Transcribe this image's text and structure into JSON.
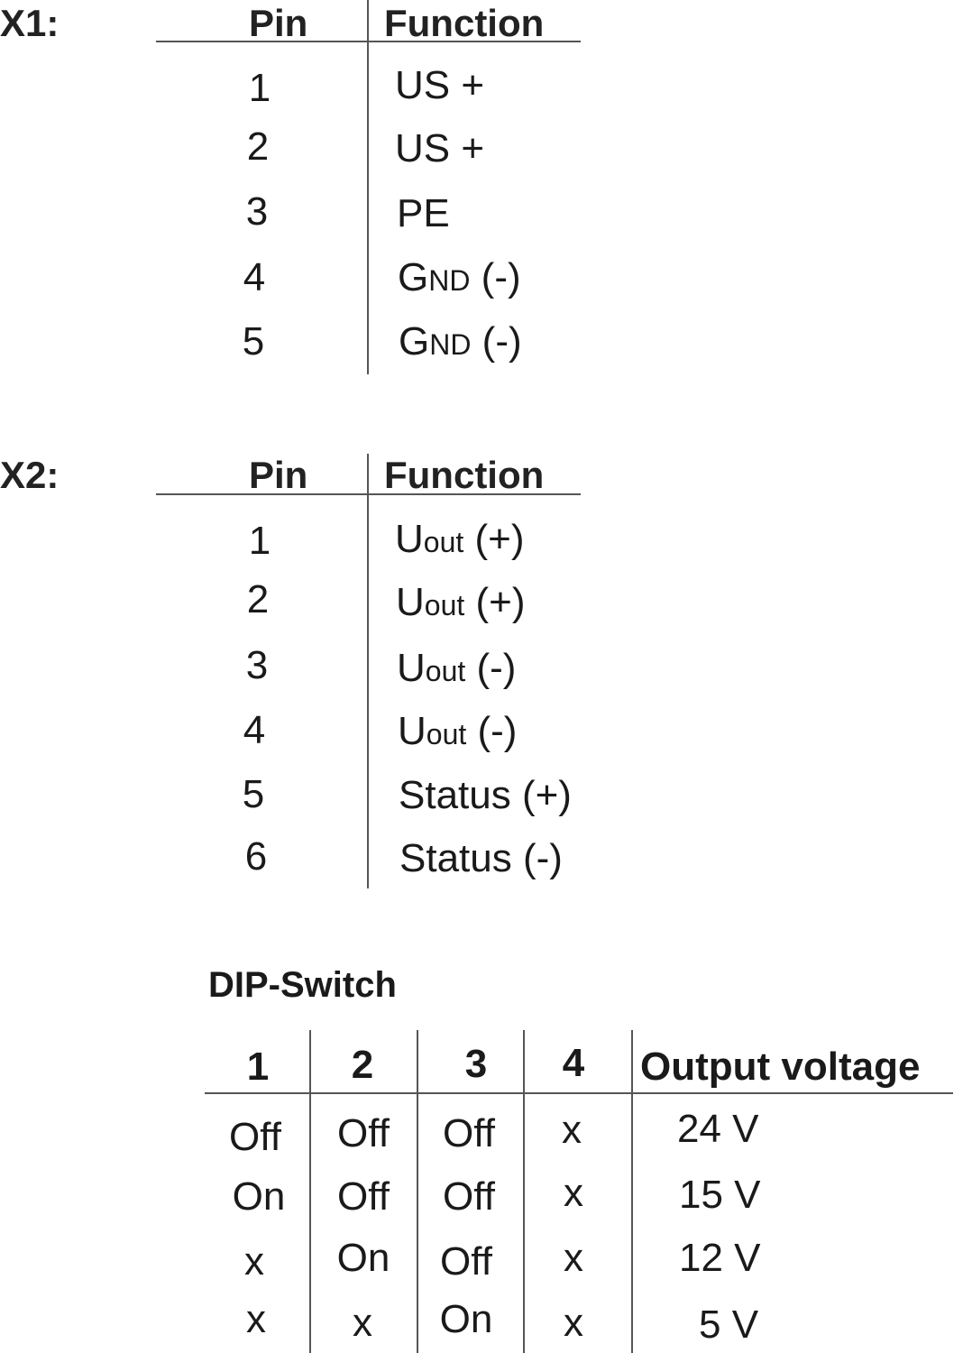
{
  "x1": {
    "label": "X1:",
    "header_pin": "Pin",
    "header_function": "Function",
    "rows": [
      {
        "pin": "1",
        "func": "US +"
      },
      {
        "pin": "2",
        "func": "US +"
      },
      {
        "pin": "3",
        "func": "PE"
      },
      {
        "pin": "4",
        "func_main": "G",
        "func_small": "ND",
        "func_rest": " (-)"
      },
      {
        "pin": "5",
        "func_main": "G",
        "func_small": "ND",
        "func_rest": " (-)"
      }
    ]
  },
  "x2": {
    "label": "X2:",
    "header_pin": "Pin",
    "header_function": "Function",
    "rows": [
      {
        "pin": "1",
        "func_main": "U",
        "func_sub": "out",
        "func_rest": " (+)"
      },
      {
        "pin": "2",
        "func_main": "U",
        "func_sub": "out",
        "func_rest": " (+)"
      },
      {
        "pin": "3",
        "func_main": "U",
        "func_sub": "out",
        "func_rest": " (-)"
      },
      {
        "pin": "4",
        "func_main": "U",
        "func_sub": "out",
        "func_rest": " (-)"
      },
      {
        "pin": "5",
        "func": "Status (+)"
      },
      {
        "pin": "6",
        "func": "Status (-)"
      }
    ]
  },
  "dip": {
    "title": "DIP-Switch",
    "headers": [
      "1",
      "2",
      "3",
      "4",
      "Output voltage"
    ],
    "rows": [
      [
        "Off",
        "Off",
        "Off",
        "x",
        "24 V"
      ],
      [
        "On",
        "Off",
        "Off",
        "x",
        "15 V"
      ],
      [
        "x",
        "On",
        "Off",
        "x",
        "12 V"
      ],
      [
        "x",
        "x",
        "On",
        "x",
        "5 V"
      ]
    ]
  }
}
